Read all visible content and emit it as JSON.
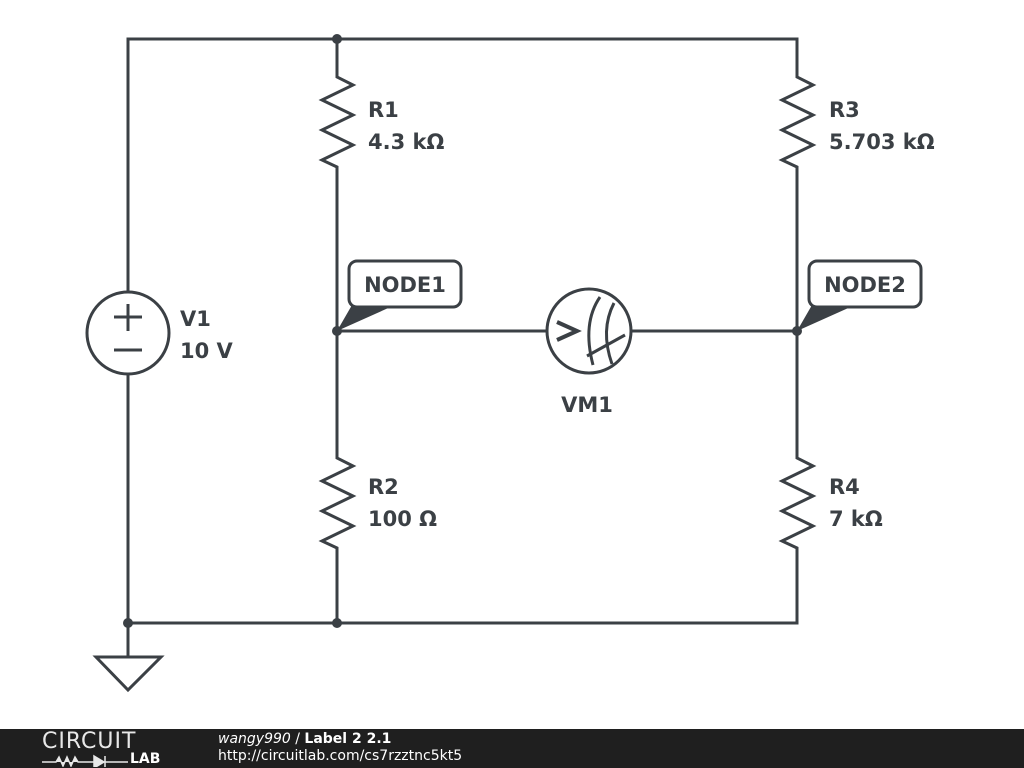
{
  "schematic": {
    "components": {
      "R1": {
        "name": "R1",
        "value": "4.3 kΩ"
      },
      "R2": {
        "name": "R2",
        "value": "100 Ω"
      },
      "R3": {
        "name": "R3",
        "value": "5.703 kΩ"
      },
      "R4": {
        "name": "R4",
        "value": "7 kΩ"
      },
      "V1": {
        "name": "V1",
        "value": "10 V"
      },
      "VM1": {
        "name": "VM1"
      }
    },
    "nodes": {
      "node1": "NODE1",
      "node2": "NODE2"
    },
    "source_symbols": {
      "plus": "+",
      "minus": "−"
    },
    "colors": {
      "wire": "#3b4045",
      "footer_bg": "#1f1f1f"
    }
  },
  "footer": {
    "logo_top": "CIRCUIT",
    "logo_bottom": "LAB",
    "user": "wangy990",
    "separator": " / ",
    "title": "Label 2 2.1",
    "url": "http://circuitlab.com/cs7rzztnc5kt5"
  }
}
